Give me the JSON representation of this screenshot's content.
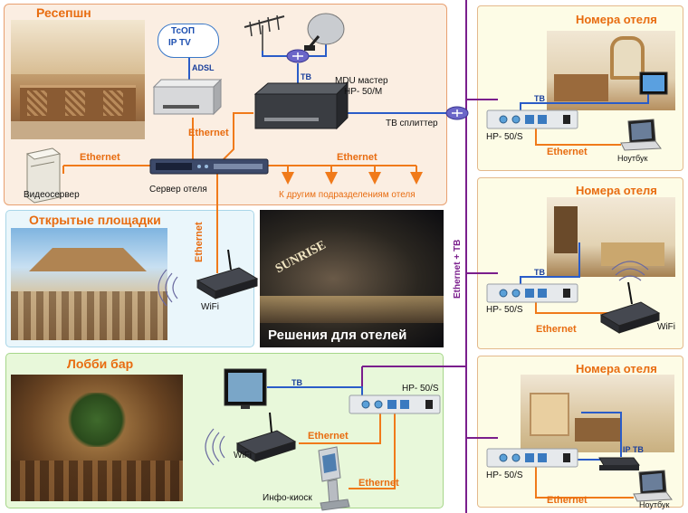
{
  "sections": {
    "reception": "Ресепшн",
    "open_areas": "Открытые площадки",
    "lobby_bar": "Лобби бар",
    "rooms": [
      "Номера отеля",
      "Номера отеля",
      "Номера отеля"
    ]
  },
  "banner": "Решения для отелей",
  "banner_logo": "SUNRISE",
  "labels": {
    "iptv_line1": "ТсОП",
    "iptv_line2": "IP TV",
    "adsl": "ADSL",
    "tv": "ТВ",
    "mdu_line1": "MDU мастер",
    "mdu_line2": "HP- 50/M",
    "tv_splitter": "ТВ сплиттер",
    "ethernet": "Ethernet",
    "video_server": "Видеосервер",
    "hotel_server": "Сервер отеля",
    "other_depts": "К другим подразделениям отеля",
    "wifi": "WiFi",
    "hp50s": "HP- 50/S",
    "laptop": "Ноутбук",
    "iptv_box": "IP ТВ",
    "info_kiosk": "Инфо-киоск",
    "ethernet_tv": "Ethernet + ТВ"
  },
  "colors": {
    "ethernet_line": "#f07a1a",
    "tv_line": "#2a5cc8",
    "trunk_line": "#7a1e8c",
    "reception_bg": "#fbeee2",
    "reception_border": "#e8a070",
    "open_bg": "#eaf6fb",
    "lobby_bg": "#e8f8da",
    "rooms_bg": "#fdfce6"
  }
}
